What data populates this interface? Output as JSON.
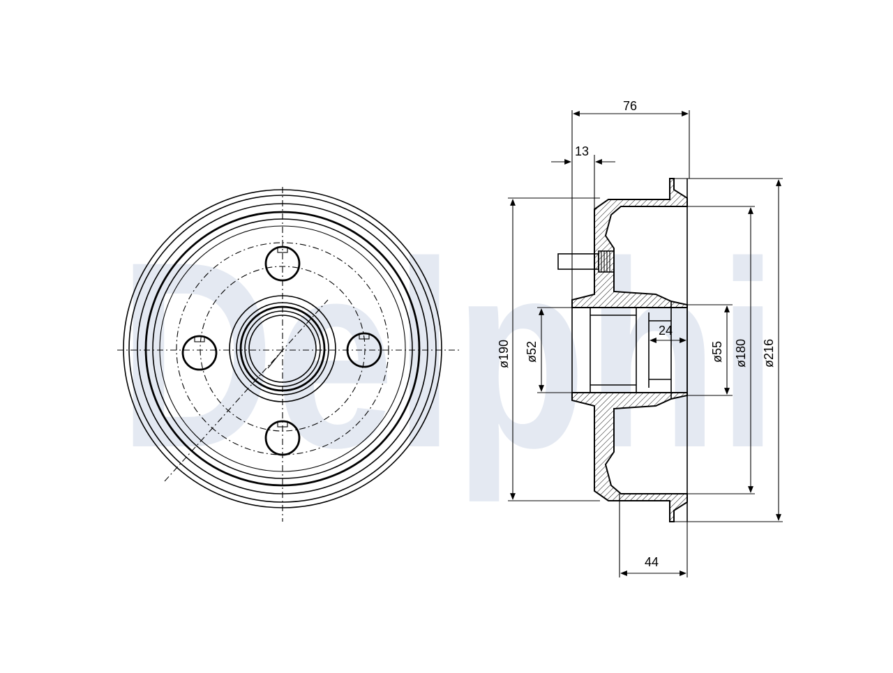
{
  "brand": {
    "watermark_text": "Delphi",
    "watermark_color": "#e4e9f2"
  },
  "dimensions": {
    "overall_depth": "76",
    "flange_thickness": "13",
    "hub_depth": "44",
    "bearing_width": "24",
    "braking_diameter": "ø190",
    "inner_bore": "ø52",
    "outer_bore": "ø55",
    "shoe_diameter": "ø180",
    "outer_diameter": "ø216"
  },
  "colors": {
    "line": "#000000",
    "background": "#ffffff"
  }
}
